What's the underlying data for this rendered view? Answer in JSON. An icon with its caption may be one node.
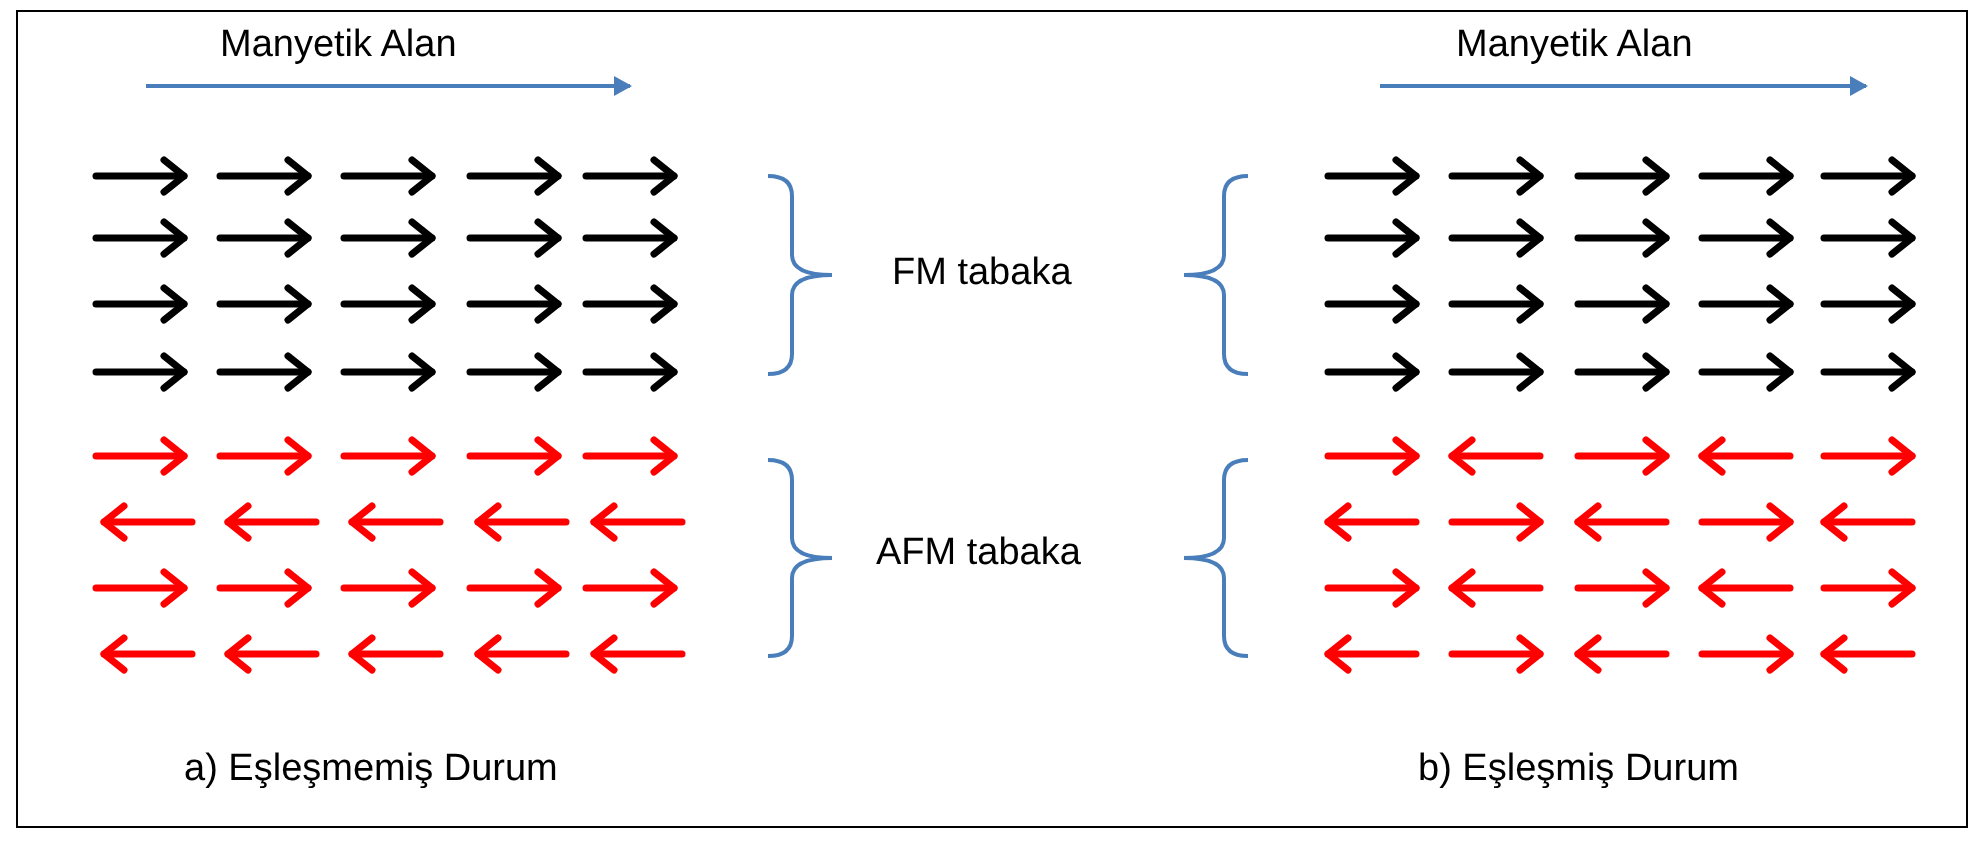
{
  "diagram": {
    "labels": [
      "Manyetik Alan",
      "Manyetik Alan",
      "FM tabaka",
      "AFM tabaka",
      "a) Eşleşmemiş Durum",
      "b) Eşleşmiş Durum"
    ]
  }
}
